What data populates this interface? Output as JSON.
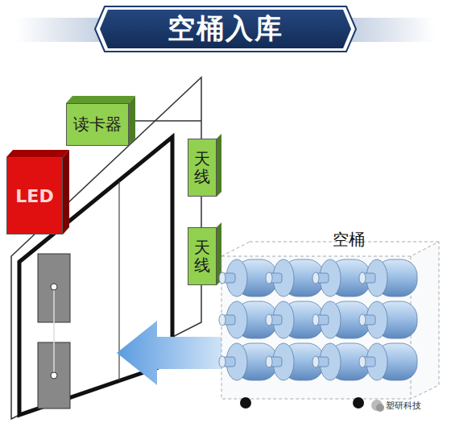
{
  "diagram": {
    "title": "空桶入库",
    "nodes": [
      {
        "text": [
          "LED"
        ]
      },
      {
        "text": [
          "读卡器"
        ]
      },
      {
        "text": [
          "天线"
        ]
      },
      {
        "text": [
          "天线"
        ]
      }
    ],
    "labels": [
      "空桶",
      "塑研科技"
    ]
  }
}
